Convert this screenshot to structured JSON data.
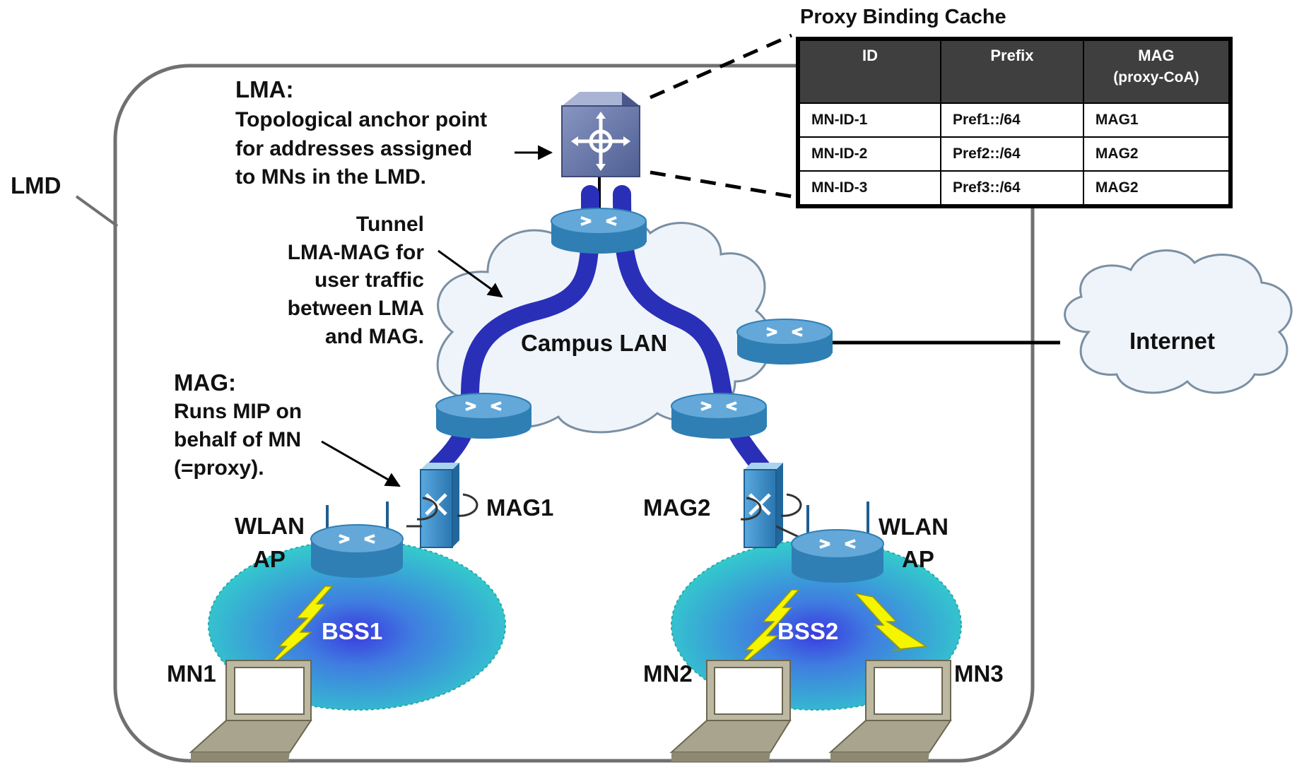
{
  "labels": {
    "lmd": "LMD",
    "lma_title": "LMA:",
    "lma_desc": [
      "Topological anchor point",
      "for addresses assigned",
      "to MNs in the LMD."
    ],
    "tunnel_desc": [
      "Tunnel",
      "LMA-MAG for",
      "user traffic",
      "between LMA",
      "and MAG."
    ],
    "campus_lan": "Campus LAN",
    "internet": "Internet",
    "mag_title": "MAG:",
    "mag_desc": [
      "Runs MIP on",
      "behalf of MN",
      "(=proxy)."
    ],
    "mag1": "MAG1",
    "mag2": "MAG2",
    "wlan_ap_left": [
      "WLAN",
      "AP"
    ],
    "wlan_ap_right": [
      "WLAN",
      "AP"
    ],
    "bss1": "BSS1",
    "bss2": "BSS2",
    "mn1": "MN1",
    "mn2": "MN2",
    "mn3": "MN3"
  },
  "binding_cache": {
    "title": "Proxy Binding Cache",
    "headers": {
      "id": "ID",
      "prefix": "Prefix",
      "mag": "MAG",
      "mag_sub": "(proxy-CoA)"
    },
    "rows": [
      {
        "id": "MN-ID-1",
        "prefix": "Pref1::/64",
        "mag": "MAG1"
      },
      {
        "id": "MN-ID-2",
        "prefix": "Pref2::/64",
        "mag": "MAG2"
      },
      {
        "id": "MN-ID-3",
        "prefix": "Pref3::/64",
        "mag": "MAG2"
      }
    ]
  },
  "colors": {
    "tunnel": "#2a2fb8",
    "router_top": "#63a8d8",
    "router_side": "#2f7fb5",
    "bss_fill": "#33cccc",
    "bss_center": "#3a3ae0",
    "lma_box": "#6b7bab",
    "lightning": "#f5f500",
    "laptop_body": "#bdb8a2",
    "cloud_fill": "#eef4fa"
  }
}
